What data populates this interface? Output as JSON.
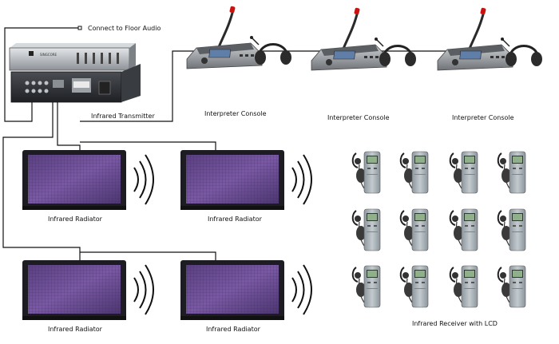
{
  "labels": {
    "floor_audio": "Connect to Floor Audio",
    "transmitter": "Infrared Transmitter",
    "console": "Interpreter Console",
    "radiator": "Infrared Radiator",
    "receiver": "Infrared Receiver with LCD",
    "brand": "SINGCORE"
  },
  "colors": {
    "line": "#111111",
    "radiator_panel": "#6e4e96",
    "radiator_frame": "#1c1c22",
    "device_metal": "#b8bcc2",
    "receiver_body": "#a9b2b8",
    "console_screen": "#5f7fa8"
  },
  "counts": {
    "consoles": 3,
    "radiators": 4,
    "receivers": 12
  }
}
